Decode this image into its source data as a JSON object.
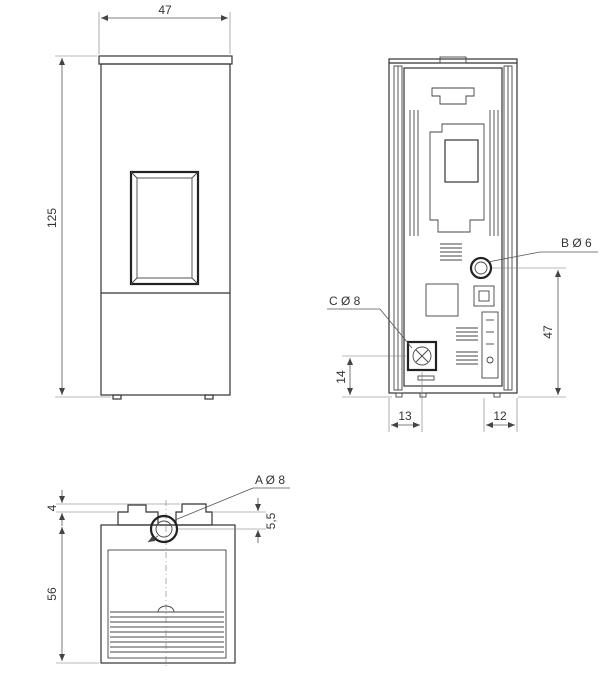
{
  "front_view": {
    "width_label": "47",
    "height_label": "125"
  },
  "rear_view": {
    "b_label": "B Ø 6",
    "c_label": "C Ø 8",
    "b_height_label": "47",
    "c_height_label": "14",
    "c_offset_label": "13",
    "b_offset_label": "12"
  },
  "top_view": {
    "a_label": "A Ø 8",
    "depth_label": "56",
    "top_offset_label": "4",
    "a_offset_label": "5,5"
  },
  "colors": {
    "line": "#333333",
    "dimension": "#555555",
    "background": "#ffffff"
  }
}
